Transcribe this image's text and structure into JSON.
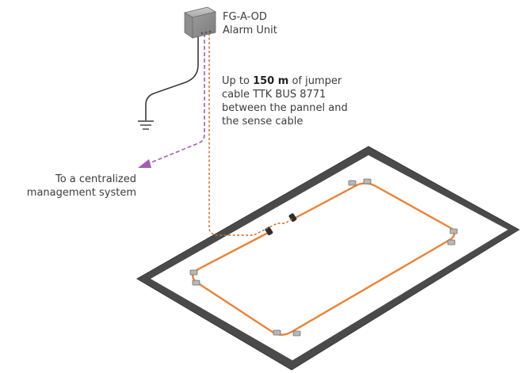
{
  "alarm_unit": {
    "model": "FG-A-OD",
    "name": "Alarm Unit"
  },
  "cable_note": {
    "prefix": "Up to ",
    "length": "150 m",
    "suffix": " of jumper",
    "line2": "cable TTK BUS 8771",
    "line3": "between the pannel and",
    "line4": "the sense cable"
  },
  "management": {
    "line1": "To a centralized",
    "line2": "management system"
  },
  "colors": {
    "sense_cable": "#e8833a",
    "jumper_cable": "#c8692a",
    "management_link": "#a45cb0",
    "ground_wire": "#3a3a3a",
    "fence": "#4a4a4a"
  }
}
